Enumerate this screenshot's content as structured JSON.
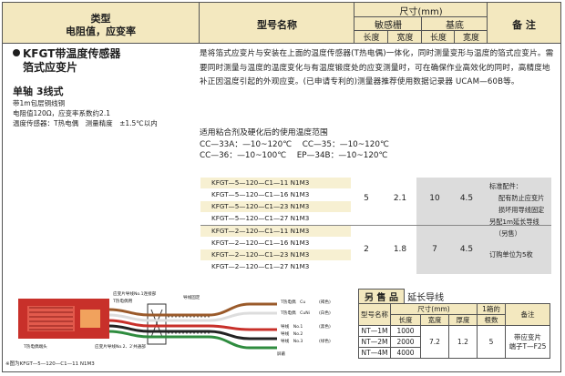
{
  "header": {
    "type_line1": "类型",
    "type_line2": "电阻值，应变率",
    "model": "型号名称",
    "dimensions": "尺寸(mm)",
    "sensing_grid": "敏感栅",
    "base": "基底",
    "length": "长度",
    "width": "宽度",
    "remarks": "备 注"
  },
  "product": {
    "title_line1": "KFGT带温度传感器",
    "title_line2": "箔式应变片",
    "subtitle": "单轴 3线式",
    "spec1": "带1m包层铜线铜",
    "spec2": "电阻值120Ω，应变率系数约2.1",
    "spec3": "温度传感器：T热电偶　测量精度　±1.5℃以内"
  },
  "description": "是将箔式应变片与安装在上面的温度传感器(T热电偶)一体化，同时测量变形与温度的箔式应变片。需要同时测量与温度的温度变化与有温度锻度处的应变测量时，可在确保作业高效化的同时，高精度地补正因温度引起的外观应变。(已申请专利的)测量器推荐使用数据记录器 UCAM—60B等。",
  "temp_range": {
    "title": "适用粘合剂及硬化后的使用温度范围",
    "line1": "CC—33A：—10~120℃　 CC—35：—10~120℃",
    "line2": "CC—36：—10~100℃　 EP—34B：—10~120℃"
  },
  "models": [
    "KFGT—5—120—C1—11 N1M3",
    "KFGT—5—120—C1—16 N1M3",
    "KFGT—5—120—C1—23 N1M3",
    "KFGT—5—120—C1—27 N1M3",
    "KFGT—2—120—C1—11 N1M3",
    "KFGT—2—120—C1—16 N1M3",
    "KFGT—2—120—C1—23 N1M3",
    "KFGT—2—120—C1—27 N1M3"
  ],
  "dims_group1": {
    "grid_len": "5",
    "grid_wid": "2.1",
    "base_len": "10",
    "base_wid": "4.5"
  },
  "dims_group2": {
    "grid_len": "2",
    "grid_wid": "1.8",
    "base_len": "7",
    "base_wid": "4.5"
  },
  "remarks": {
    "r1": "标准配件：",
    "r2": "配有防止应变片",
    "r3": "损坏用导线固定",
    "r4": "另配1m延长导线",
    "r5": "（另售）",
    "r6": "订购单位为5枚"
  },
  "diagram": {
    "label_top1": "应变片导线No.1连接部",
    "label_top2": "导线固定",
    "label_thermo": "T热电偶用",
    "label_tc_cu": "T热电偶　Cu",
    "label_tc_cuni": "T热电偶　CuNi",
    "tag_red": "(褐色)",
    "tag_white": "(白色)",
    "label_w1": "导线　No.1",
    "label_w2": "导线　No.2",
    "label_w3": "导线　No.3",
    "tag_black": "(黑色)",
    "tag_green": "(绿色)",
    "label_shield": "屏蔽",
    "label_tc_bottom": "T热电偶端头",
    "label_shared": "应变片导线No.2、2′共通部",
    "caption": "※图为KFGT—5—120—C1—11 N1M3"
  },
  "lead": {
    "badge": "另 售 品",
    "title": "延长导线",
    "h_model": "型号名称",
    "h_dims": "尺寸(mm)",
    "h_len": "长度",
    "h_wid": "宽度",
    "h_thick": "厚度",
    "h_box1": "1箱的",
    "h_box2": "根数",
    "h_remarks": "备注",
    "rows": [
      {
        "model": "NT—1M",
        "len": "1000"
      },
      {
        "model": "NT—2M",
        "len": "2000"
      },
      {
        "model": "NT—4M",
        "len": "4000"
      }
    ],
    "width": "7.2",
    "thick": "1.2",
    "count": "5",
    "remark1": "带应变片",
    "remark2": "端子T—F25"
  },
  "colors": {
    "header_bg": "#f3e8bf",
    "shade": "#dcdcdc",
    "row_alt": "#f7f0d2",
    "gauge_red": "#c8302a"
  }
}
